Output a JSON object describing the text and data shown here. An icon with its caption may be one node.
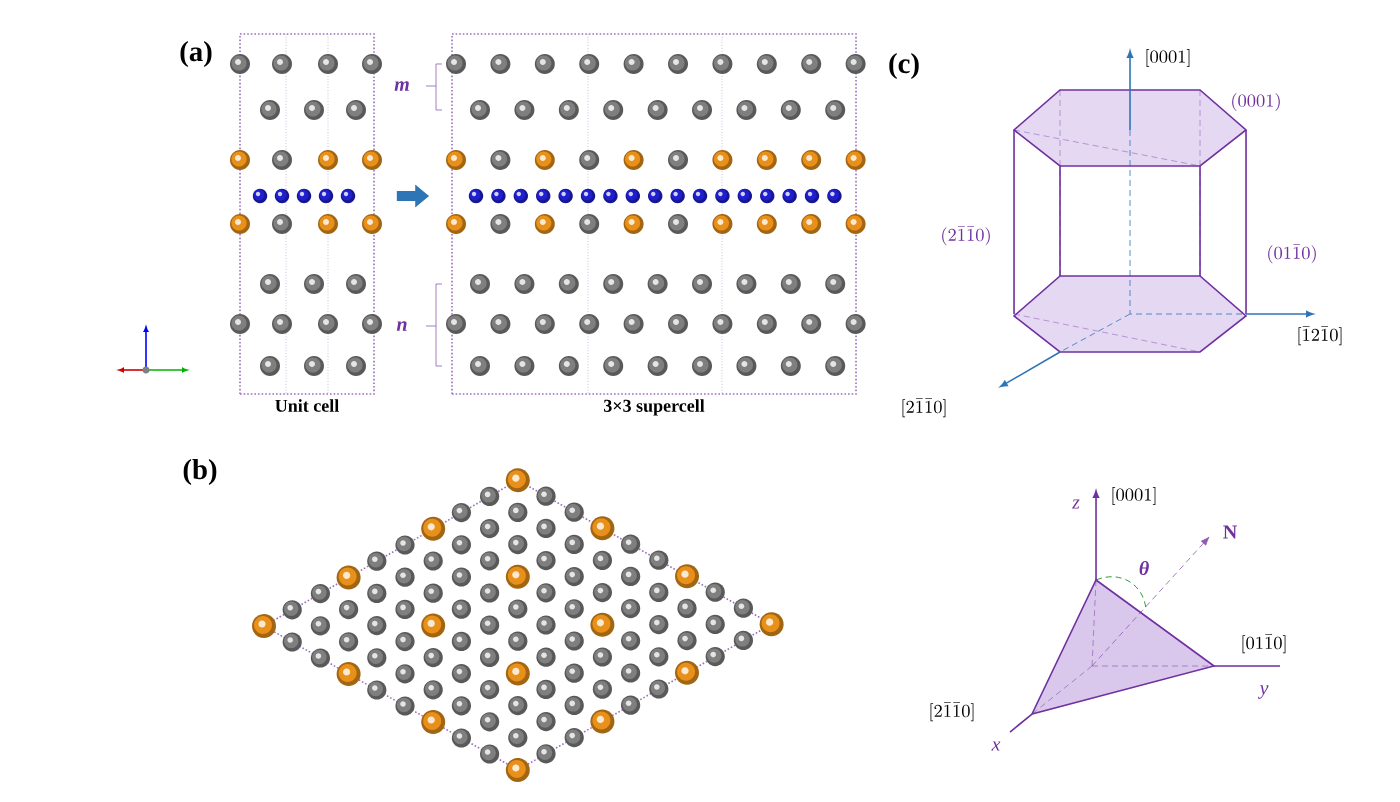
{
  "diagram": {
    "nodes": [
      {
        "text": [
          "Unit cell"
        ]
      },
      {
        "text": [
          "3×3 supercell"
        ]
      }
    ],
    "edges": [
      {
        "from": 0,
        "to": 1,
        "arrow": "to"
      }
    ],
    "labels": [
      "(a)",
      "m",
      "n",
      "(c)",
      "[0001]",
      "(0001)",
      "(2\\bar{1}\\bar{1}0)",
      "(01\\bar{1}0)",
      "[\\bar{1}2\\bar{1}0]",
      "[2\\bar{1}\\bar{1}0]",
      "(b)",
      "z",
      "[0001]",
      "N",
      "θ",
      "[01\\bar{1}0]",
      "y",
      "[2\\bar{1}\\bar{1}0]",
      "x"
    ]
  }
}
